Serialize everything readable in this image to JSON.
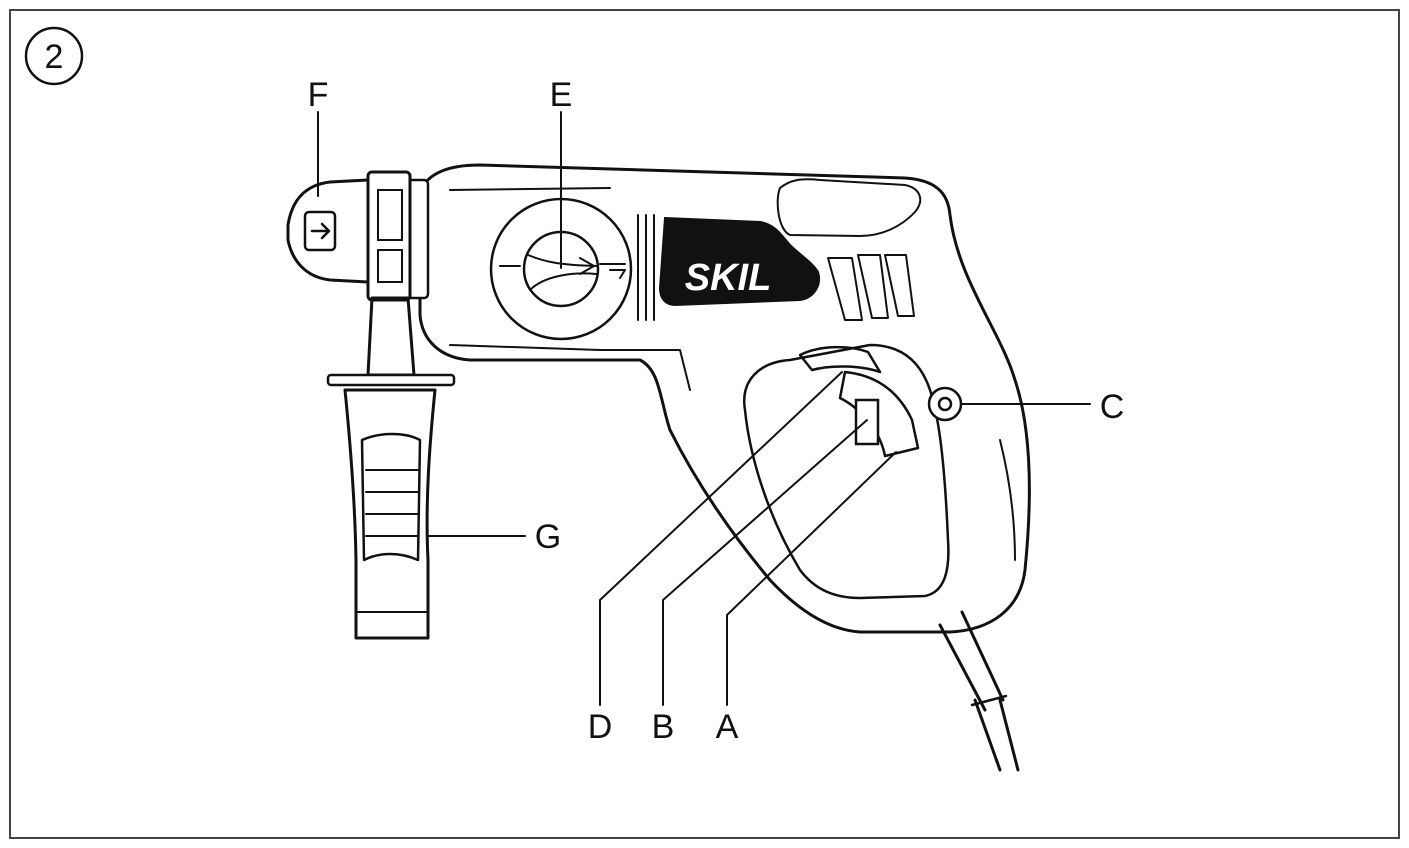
{
  "figure": {
    "number": "2",
    "brand_logo_text": "SKIL",
    "labels": {
      "A": "A",
      "B": "B",
      "C": "C",
      "D": "D",
      "E": "E",
      "F": "F",
      "G": "G"
    }
  }
}
